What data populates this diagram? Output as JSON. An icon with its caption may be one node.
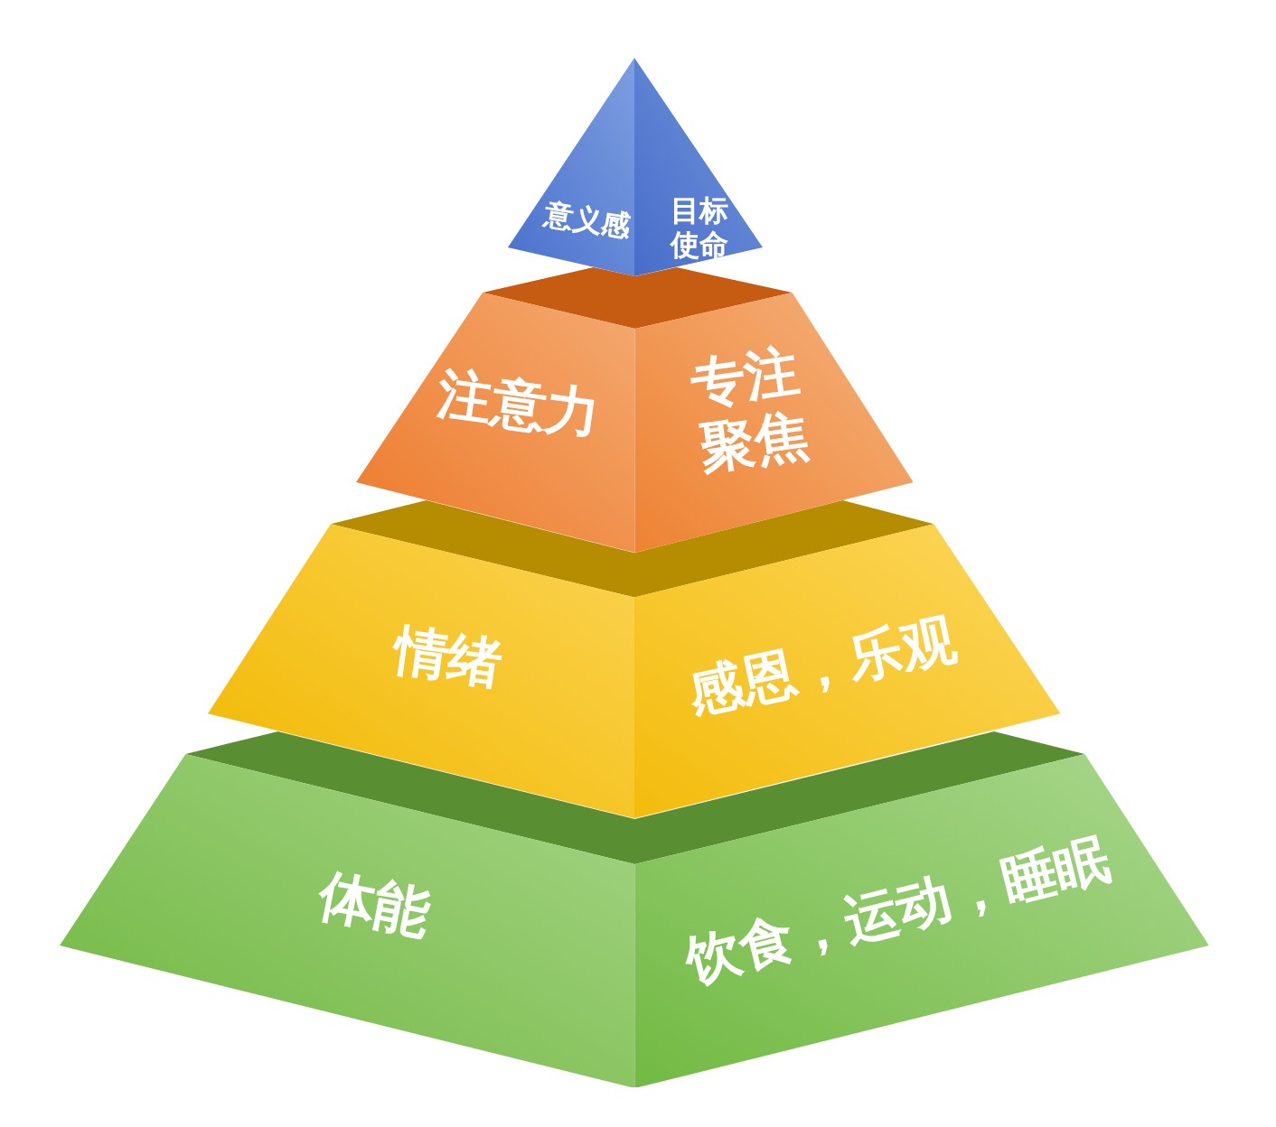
{
  "diagram": {
    "nodes": [
      {
        "text": [
          "意义感",
          "目标使命"
        ]
      },
      {
        "text": [
          "注意力",
          "专注聚焦"
        ]
      },
      {
        "text": [
          "情绪",
          "感恩，乐观"
        ]
      },
      {
        "text": [
          "体能",
          "饮食，运动，睡眠"
        ]
      }
    ]
  }
}
